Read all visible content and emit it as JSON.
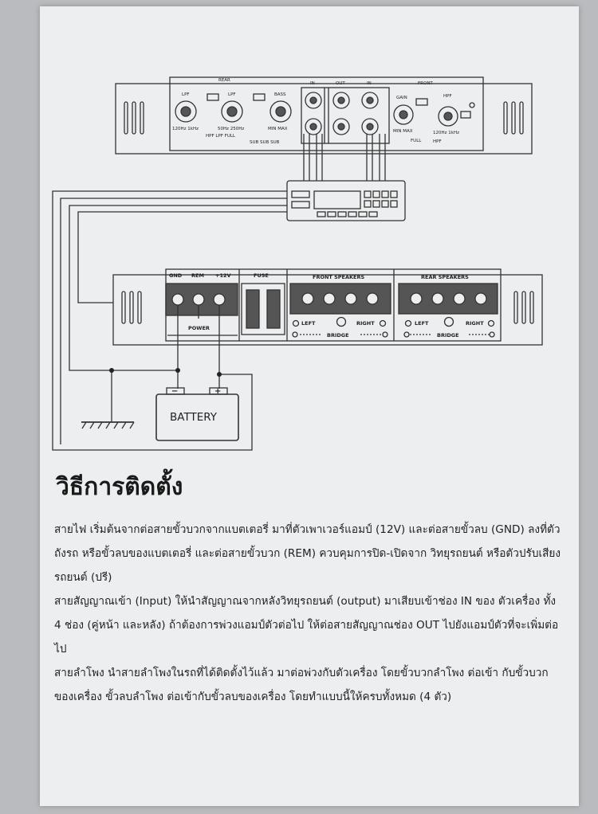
{
  "diagram": {
    "top_labels": {
      "group_label": "REAR",
      "in_label": "IN",
      "out_label": "OUT",
      "in_label_2": "IN",
      "front_label": "FRONT",
      "knob_1_label": "LPF",
      "knob_1_range": "120Hz 1kHz",
      "knob_2_label": "LPF",
      "knob_2_range": "50Hz 250Hz",
      "knob_3_label": "BASS",
      "knob_3_range": "MIN MAX",
      "switch_row_1": "HPF LPF FULL",
      "switch_row_2": "SUB SUB SUB",
      "gain_label": "GAIN",
      "gain_range": "MIN MAX",
      "hpf_label": "HPF",
      "hpf_range": "120Hz 1kHz",
      "full_label": "FULL",
      "hpf_2": "HPF"
    },
    "bottom_labels": {
      "gnd": "GND",
      "rem": "REM",
      "plus12v": "+12V",
      "fuse": "FUSE",
      "front_speakers": "FRONT SPEAKERS",
      "rear_speakers": "REAR SPEAKERS",
      "power": "POWER",
      "left": "LEFT",
      "right": "RIGHT",
      "bridge": "BRIDGE"
    },
    "battery": {
      "label": "BATTERY",
      "minus": "−",
      "plus": "+"
    }
  },
  "content": {
    "title": "วิธีการติดตั้ง",
    "paragraphs": [
      "สายไฟ เริ่มต้นจากต่อสายขั้วบวกจากแบตเตอรี่ มาที่ตัวเพาเวอร์แอมป์ (12V) และต่อสายขั้วลบ (GND) ลงที่ตัวถังรถ หรือขั้วลบของแบตเตอรี่ และต่อสายขั้วบวก (REM) ควบคุมการปิด-เปิดจาก วิทยุรถยนต์ หรือตัวปรับเสียงรถยนต์ (ปรี)",
      "สายสัญญาณเข้า (Input) ให้นำสัญญาณจากหลังวิทยุรถยนต์ (output) มาเสียบเข้าช่อง IN ของ ตัวเครื่อง ทั้ง 4 ช่อง (คู่หน้า และหลัง) ถ้าต้องการพ่วงแอมป์ตัวต่อไป ให้ต่อสายสัญญาณช่อง OUT ไปยังแอมป์ตัวที่จะเพิ่มต่อไป",
      "สายลำโพง นำสายลำโพงในรถที่ได้ติดตั้งไว้แล้ว มาต่อพ่วงกับตัวเครื่อง โดยขั้วบวกลำโพง ต่อเข้า กับขั้วบวกของเครื่อง ขั้วลบลำโพง ต่อเข้ากับขั้วลบของเครื่อง โดยทำแบบนี้ให้ครบทั้งหมด (4 ตัว)"
    ]
  }
}
